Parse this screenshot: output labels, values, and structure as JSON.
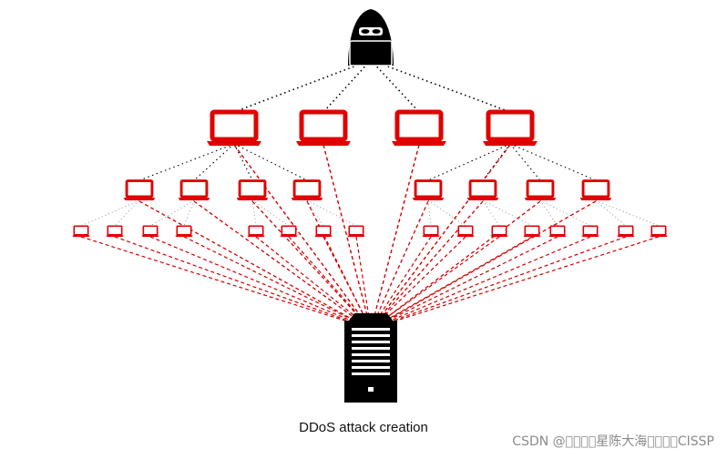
{
  "diagram": {
    "caption": "DDoS attack creation",
    "watermark": "CSDN @\u0000\u0000\u0000\u0000星陈大海\u0000\u0000\u0000\u0000CISSP",
    "colors": {
      "bot": "#e00000",
      "attacker": "#000000",
      "server": "#000000",
      "control_link": "#000000",
      "attack_link": "#d10000"
    },
    "nodes": {
      "attacker": {
        "icon": "hacker-icon"
      },
      "tier1": {
        "icon": "laptop-icon",
        "count": 4
      },
      "tier2": {
        "icon": "laptop-icon",
        "count": 8
      },
      "tier3": {
        "icon": "laptop-icon",
        "count": 16
      },
      "target": {
        "icon": "server-icon"
      }
    }
  }
}
